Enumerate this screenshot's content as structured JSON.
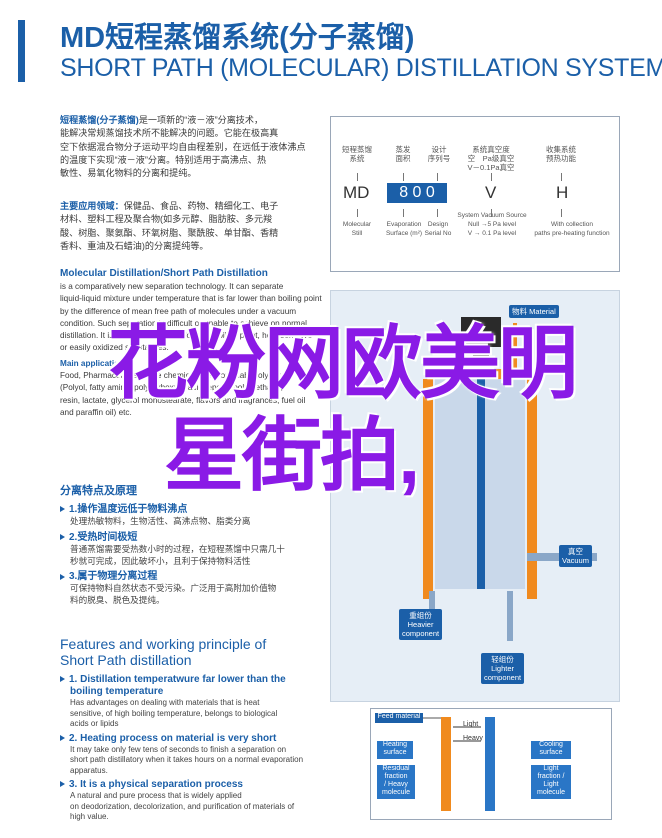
{
  "header": {
    "title_cn": "MD短程蒸馏系统(分子蒸馏)",
    "title_en": "SHORT PATH (MOLECULAR) DISTILLATION SYSTEM"
  },
  "intro_cn": {
    "lead": "短程蒸馏(分子蒸馏)",
    "lines": [
      "是一项新的“液－液”分离技术，",
      "能解决常规蒸馏技术所不能解决的问题。它能在极高真",
      "空下依据混合物分子运动平均自由程差别，在远低于液体沸点",
      "的温度下实现“液－液”分离。特别适用于高沸点、热",
      "敏性、易氧化物料的分离和提纯。"
    ]
  },
  "application_cn": {
    "lead": "主要应用领域：",
    "lines": [
      "保健品、食品、药物、精细化工、电子",
      "材料、塑料工程及聚合物(如多元醇、脂肪胺、多元羧",
      "酸、树脂、聚氨酯、环氧树脂、聚酰胺、单甘酯、香精",
      "香料、重油及石蜡油)的分离提纯等。"
    ]
  },
  "md_box": {
    "col1_cn": "短程蒸馏\n系统",
    "col2_cn": "蒸发\n面积",
    "col3_cn": "设计\n序列号",
    "col4_cn": "系统真空度\n空　Pa级真空\nV－0.1Pa真空",
    "col5_cn": "收集系统\n预热功能",
    "code_md": "MD",
    "code_num": "8 0 0",
    "code_v": "V",
    "code_h": "H",
    "col1_en": "Molecular\nStill",
    "col2_en": "Evaporation\nSurface (m²)",
    "col3_en": "Design\nSerial No",
    "col4_en": "System Vacuum Source\nNull →5 Pa level\nV → 0.1 Pa level",
    "col5_en": "With collection\npaths pre-heating function"
  },
  "molecular_section": {
    "title": "Molecular Distillation/Short Path Distillation",
    "lines": [
      "is a comparatively new separation technology. It can separate",
      "liquid-liquid mixture under temperature that is far lower than boiling point",
      "by the difference of mean free path of molecules under a vacuum",
      "condition. Such separation is difficult or unable to achieve on normal",
      "distillation. It is especially suitable for high boiling point, heat sensitive",
      "or easily oxidized substances."
    ],
    "app_title": "Main application:",
    "app_lines": [
      "Food, Pharmaceuticals, fine chemical, electronic lab, polymers",
      "(Polyol, fatty amine, polycarboxylic acid, epoxy, polyurethane,",
      "resin, lactate, glycerol monostearate, flavors and fragrances, fuel oil",
      "and paraffin oil) etc."
    ]
  },
  "features_cn": {
    "title": "分离特点及原理",
    "items": [
      {
        "title": "1.操作温度远低于物料沸点",
        "body": "处理热敏物料，生物活性、高沸点物、脂类分离"
      },
      {
        "title": "2.受热时间极短",
        "body": "普通蒸馏需要受热数小时的过程，在短程蒸馏中只需几十\n秒就可完成，因此破坏小，且利于保持物料活性"
      },
      {
        "title": "3.属于物理分离过程",
        "body": "可保持物料自然状态不受污染。广泛用于高附加价值物\n料的脱臭、脱色及提纯。"
      }
    ]
  },
  "features_en": {
    "title": "Features and working principle of\nShort Path distillation",
    "items": [
      {
        "title": "1. Distillation temperatwure far lower than the\nboiling temperature",
        "body": "Has advantages on dealing with materials that is heat\nsensitive, of high boiling temperature, belongs to biological\nacids or lipids"
      },
      {
        "title": "2. Heating process on material is very short",
        "body": "It may take only few tens of seconds to finish a separation on\nshort path distillatory when it takes hours on a normal evaporation\napparatus."
      },
      {
        "title": "3. It is a physical separation process",
        "body": "A natural and pure process that is widely applied\non deodorization, decolorization, and purification of materials of\nhigh value."
      }
    ]
  },
  "diagram": {
    "material_label": "物料 Material",
    "vacuum_label": "真空\nVacuum",
    "heavy_label": "重组份\nHeavier\ncomponent",
    "lighter_label": "轻组份\nLighter\ncomponent"
  },
  "flow": {
    "feed": "Feed material",
    "light": "Light",
    "heavy": "Heavy",
    "heating": "Heating\nsurface",
    "cooling": "Cooling\nsurface",
    "residual": "Residual\nfraction\n/ Heavy\nmolecule",
    "light_frac": "Light\nfraction /\nLight\nmolecule"
  },
  "watermark": {
    "line1": "花粉网欧美明",
    "line2": "星街拍,"
  },
  "colors": {
    "brand_blue": "#1b5fa8",
    "heater_orange": "#f08a1e",
    "watermark_purple": "#8a1ae6"
  }
}
